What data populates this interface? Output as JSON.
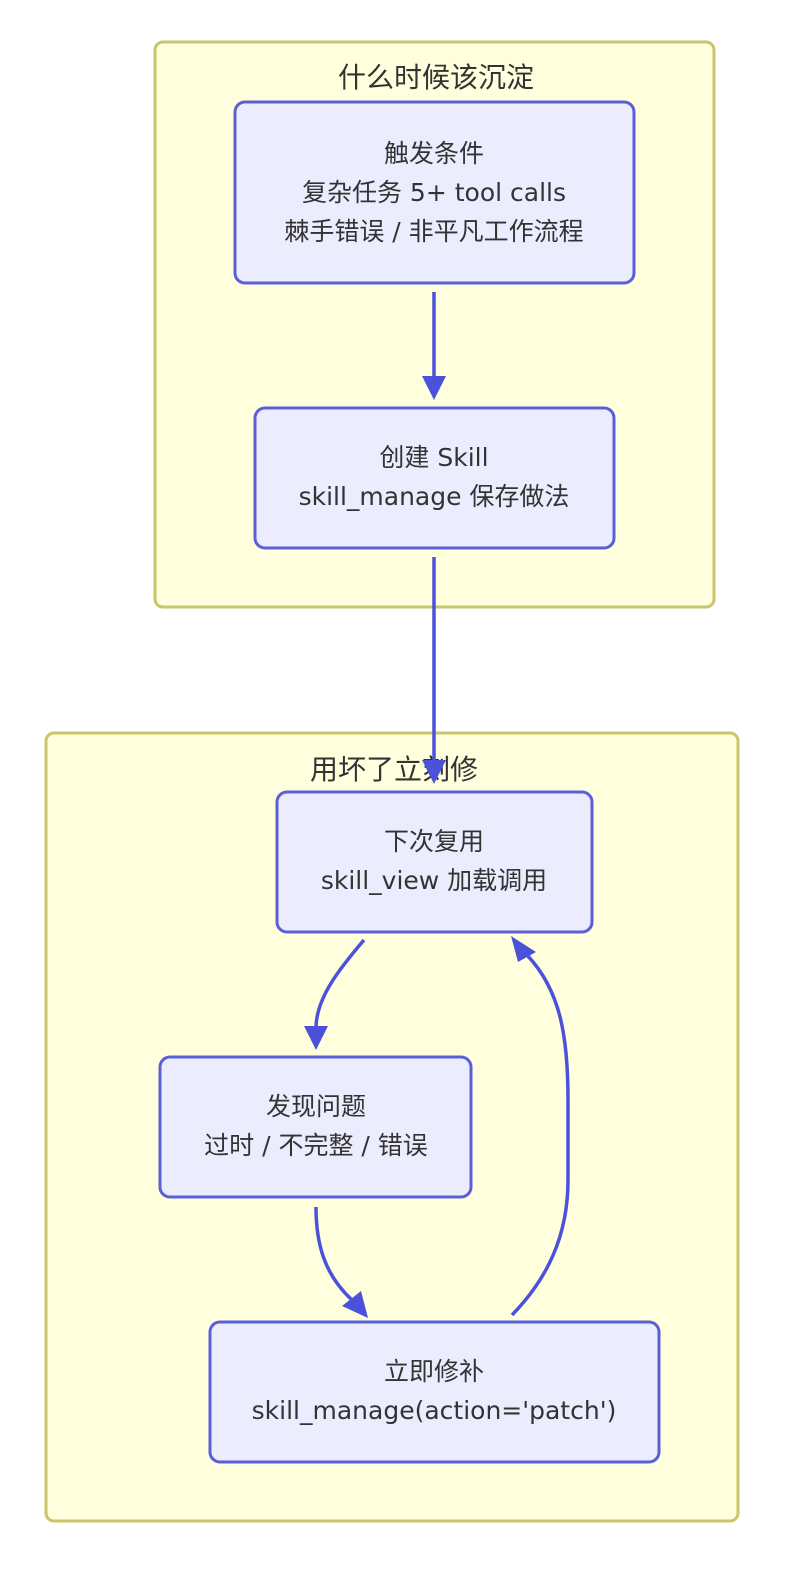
{
  "clusters": {
    "top": {
      "title": "什么时候该沉淀"
    },
    "bottom": {
      "title": "用坏了立刻修"
    }
  },
  "nodes": {
    "trigger": {
      "lines": [
        "触发条件",
        "复杂任务 5+ tool calls",
        "棘手错误 / 非平凡工作流程"
      ]
    },
    "create": {
      "lines": [
        "创建 Skill",
        "skill_manage 保存做法"
      ]
    },
    "reuse": {
      "lines": [
        "下次复用",
        "skill_view 加载调用"
      ]
    },
    "problem": {
      "lines": [
        "发现问题",
        "过时 / 不完整 / 错误"
      ]
    },
    "patch": {
      "lines": [
        "立即修补",
        "skill_manage(action='patch')"
      ]
    }
  },
  "colors": {
    "cluster_fill": "#ffffde",
    "cluster_border": "#c8c56a",
    "node_fill": "#ececff",
    "node_border": "#5a5fd6",
    "edge": "#4b52d9"
  }
}
